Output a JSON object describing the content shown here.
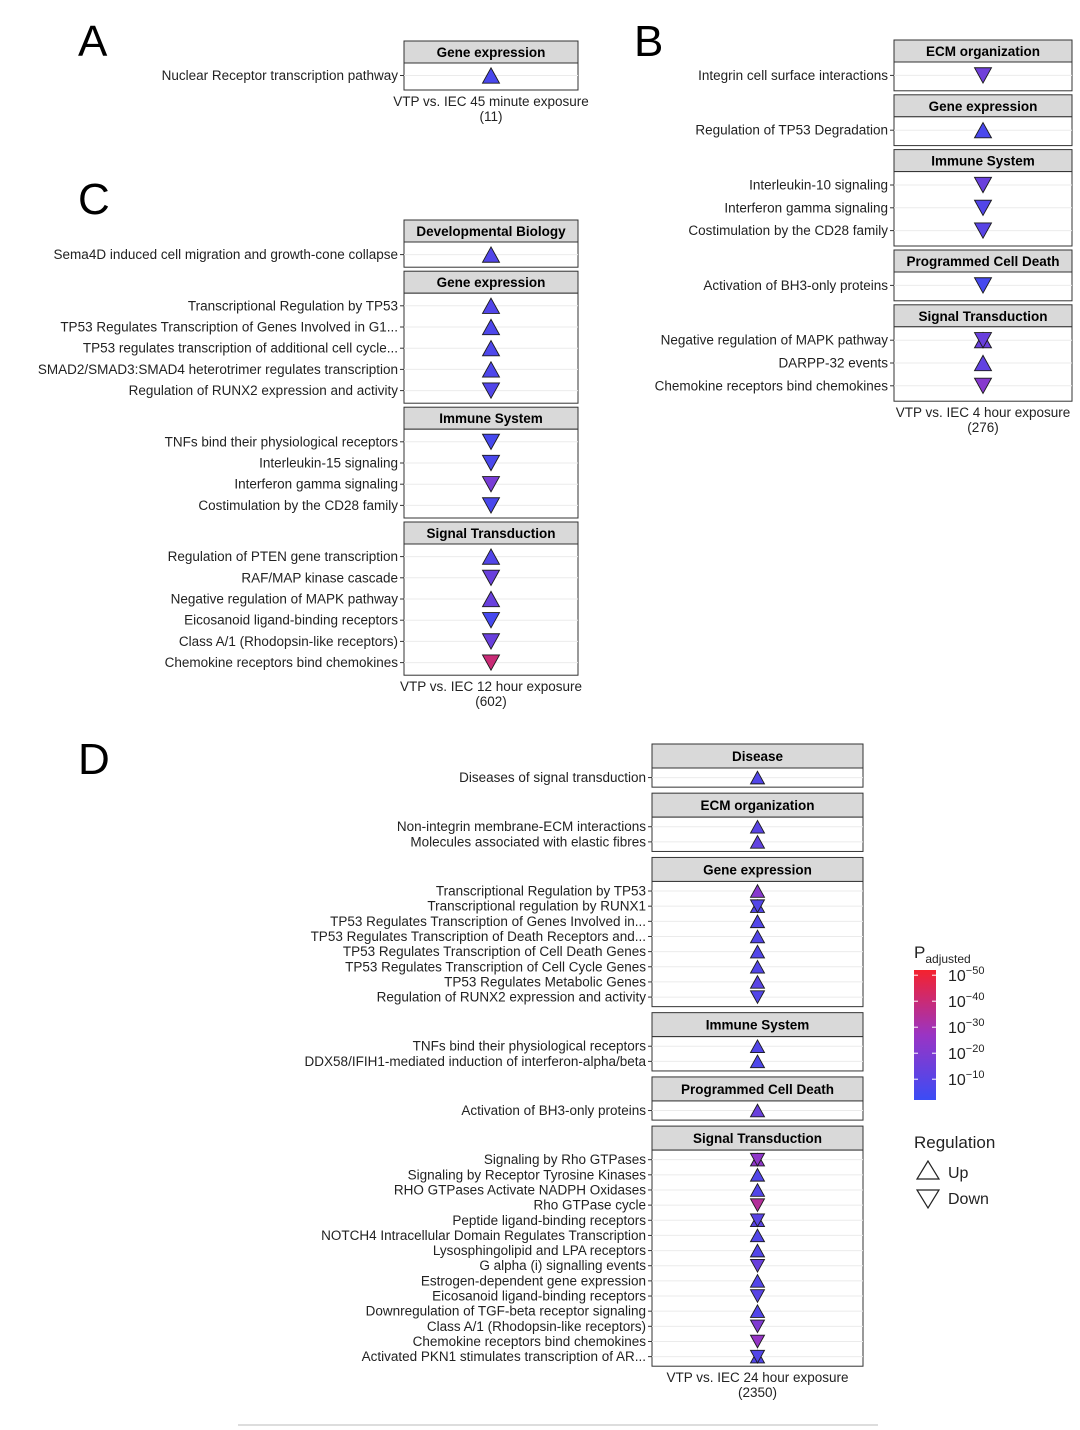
{
  "chart_data": [
    {
      "panel": "A",
      "type": "scatter",
      "xlabel": "VTP vs. IEC 45 minute exposure",
      "xcount": "(11)",
      "facets": [
        {
          "name": "Gene expression",
          "rows": [
            {
              "label": "Nuclear Receptor transcription pathway",
              "dir": "up",
              "logp": 6
            }
          ]
        }
      ]
    },
    {
      "panel": "B",
      "type": "scatter",
      "xlabel": "VTP vs. IEC 4 hour exposure",
      "xcount": "(276)",
      "facets": [
        {
          "name": "ECM organization",
          "rows": [
            {
              "label": "Integrin cell surface interactions",
              "dir": "down",
              "logp": 16
            }
          ]
        },
        {
          "name": "Gene expression",
          "rows": [
            {
              "label": "Regulation of TP53 Degradation",
              "dir": "up",
              "logp": 6
            }
          ]
        },
        {
          "name": "Immune System",
          "rows": [
            {
              "label": "Interleukin-10 signaling",
              "dir": "down",
              "logp": 14
            },
            {
              "label": "Interferon gamma signaling",
              "dir": "down",
              "logp": 8
            },
            {
              "label": "Costimulation by the CD28 family",
              "dir": "down",
              "logp": 10
            }
          ]
        },
        {
          "name": "Programmed Cell Death",
          "rows": [
            {
              "label": "Activation of BH3-only proteins",
              "dir": "down",
              "logp": 5
            }
          ]
        },
        {
          "name": "Signal Transduction",
          "rows": [
            {
              "label": "Negative regulation of MAPK pathway",
              "dir": "up",
              "logp": 14,
              "both": true
            },
            {
              "label": "DARPP-32 events",
              "dir": "up",
              "logp": 12
            },
            {
              "label": "Chemokine receptors bind chemokines",
              "dir": "down",
              "logp": 22
            }
          ]
        }
      ]
    },
    {
      "panel": "C",
      "type": "scatter",
      "xlabel": "VTP vs. IEC 12 hour exposure",
      "xcount": "(602)",
      "facets": [
        {
          "name": "Developmental Biology",
          "rows": [
            {
              "label": "Sema4D induced cell migration and growth-cone collapse",
              "dir": "up",
              "logp": 8
            }
          ]
        },
        {
          "name": "Gene expression",
          "rows": [
            {
              "label": "Transcriptional Regulation by TP53",
              "dir": "up",
              "logp": 8
            },
            {
              "label": "TP53 Regulates Transcription of Genes Involved in G1...",
              "dir": "up",
              "logp": 7
            },
            {
              "label": "TP53 regulates transcription of additional cell cycle...",
              "dir": "up",
              "logp": 7
            },
            {
              "label": "SMAD2/SMAD3:SMAD4 heterotrimer regulates transcription",
              "dir": "up",
              "logp": 7
            },
            {
              "label": "Regulation of RUNX2 expression and activity",
              "dir": "down",
              "logp": 8
            }
          ]
        },
        {
          "name": "Immune System",
          "rows": [
            {
              "label": "TNFs bind their physiological receptors",
              "dir": "down",
              "logp": 5
            },
            {
              "label": "Interleukin-15 signaling",
              "dir": "down",
              "logp": 6
            },
            {
              "label": "Interferon gamma signaling",
              "dir": "down",
              "logp": 18
            },
            {
              "label": "Costimulation by the CD28 family",
              "dir": "down",
              "logp": 6
            }
          ]
        },
        {
          "name": "Signal Transduction",
          "rows": [
            {
              "label": "Regulation of PTEN gene transcription",
              "dir": "up",
              "logp": 8
            },
            {
              "label": "RAF/MAP kinase cascade",
              "dir": "down",
              "logp": 14
            },
            {
              "label": "Negative regulation of MAPK pathway",
              "dir": "up",
              "logp": 14
            },
            {
              "label": "Eicosanoid ligand-binding receptors",
              "dir": "down",
              "logp": 5
            },
            {
              "label": "Class A/1 (Rhodopsin-like receptors)",
              "dir": "down",
              "logp": 14
            },
            {
              "label": "Chemokine receptors bind chemokines",
              "dir": "down",
              "logp": 40
            }
          ]
        }
      ]
    },
    {
      "panel": "D",
      "type": "scatter",
      "xlabel": "VTP vs. IEC 24 hour exposure",
      "xcount": "(2350)",
      "facets": [
        {
          "name": "Disease",
          "rows": [
            {
              "label": "Diseases of signal transduction",
              "dir": "up",
              "logp": 8
            }
          ]
        },
        {
          "name": "ECM organization",
          "rows": [
            {
              "label": "Non-integrin membrane-ECM interactions",
              "dir": "up",
              "logp": 10
            },
            {
              "label": "Molecules associated with elastic fibres",
              "dir": "up",
              "logp": 12
            }
          ]
        },
        {
          "name": "Gene expression",
          "rows": [
            {
              "label": "Transcriptional Regulation by TP53",
              "dir": "up",
              "logp": 22
            },
            {
              "label": "Transcriptional regulation by RUNX1",
              "dir": "down",
              "logp": 8,
              "both": true
            },
            {
              "label": "TP53 Regulates Transcription of Genes Involved in...",
              "dir": "up",
              "logp": 8
            },
            {
              "label": "TP53 Regulates Transcription of Death Receptors and...",
              "dir": "up",
              "logp": 8
            },
            {
              "label": "TP53 Regulates Transcription of Cell Death Genes",
              "dir": "up",
              "logp": 8
            },
            {
              "label": "TP53 Regulates Transcription of Cell Cycle Genes",
              "dir": "up",
              "logp": 8
            },
            {
              "label": "TP53 Regulates Metabolic Genes",
              "dir": "up",
              "logp": 10
            },
            {
              "label": "Regulation of RUNX2 expression and activity",
              "dir": "down",
              "logp": 8
            }
          ]
        },
        {
          "name": "Immune System",
          "rows": [
            {
              "label": "TNFs bind their physiological receptors",
              "dir": "up",
              "logp": 8
            },
            {
              "label": "DDX58/IFIH1-mediated induction of interferon-alpha/beta",
              "dir": "up",
              "logp": 7
            }
          ]
        },
        {
          "name": "Programmed Cell Death",
          "rows": [
            {
              "label": "Activation of BH3-only proteins",
              "dir": "up",
              "logp": 14
            }
          ]
        },
        {
          "name": "Signal Transduction",
          "rows": [
            {
              "label": "Signaling by Rho GTPases",
              "dir": "down",
              "logp": 24,
              "both": true
            },
            {
              "label": "Signaling by Receptor Tyrosine Kinases",
              "dir": "up",
              "logp": 8
            },
            {
              "label": "RHO GTPases Activate NADPH Oxidases",
              "dir": "up",
              "logp": 8
            },
            {
              "label": "Rho GTPase cycle",
              "dir": "down",
              "logp": 34
            },
            {
              "label": "Peptide ligand-binding receptors",
              "dir": "down",
              "logp": 10,
              "both": true
            },
            {
              "label": "NOTCH4 Intracellular Domain Regulates Transcription",
              "dir": "up",
              "logp": 8
            },
            {
              "label": "Lysosphingolipid and LPA receptors",
              "dir": "up",
              "logp": 8
            },
            {
              "label": "G alpha (i) signalling events",
              "dir": "down",
              "logp": 14
            },
            {
              "label": "Estrogen-dependent gene expression",
              "dir": "up",
              "logp": 8
            },
            {
              "label": "Eicosanoid ligand-binding receptors",
              "dir": "down",
              "logp": 10
            },
            {
              "label": "Downregulation of TGF-beta receptor signaling",
              "dir": "up",
              "logp": 8
            },
            {
              "label": "Class A/1 (Rhodopsin-like receptors)",
              "dir": "down",
              "logp": 20
            },
            {
              "label": "Chemokine receptors bind chemokines",
              "dir": "down",
              "logp": 26
            },
            {
              "label": "Activated PKN1 stimulates transcription of AR...",
              "dir": "down",
              "logp": 8,
              "both": true
            }
          ]
        }
      ]
    }
  ],
  "legend": {
    "p_main": "P",
    "p_sub": "adjusted",
    "color_ticks": [
      {
        "base": "10",
        "exp": "−50",
        "v": 50
      },
      {
        "base": "10",
        "exp": "−40",
        "v": 40
      },
      {
        "base": "10",
        "exp": "−30",
        "v": 30
      },
      {
        "base": "10",
        "exp": "−20",
        "v": 20
      },
      {
        "base": "10",
        "exp": "−10",
        "v": 10
      }
    ],
    "color_range": [
      2,
      52
    ],
    "colors": {
      "low": "#3b4cf5",
      "mid": "#9a34c4",
      "high": "#f5222e"
    },
    "regulation_title": "Regulation",
    "up_label": "Up",
    "down_label": "Down"
  }
}
